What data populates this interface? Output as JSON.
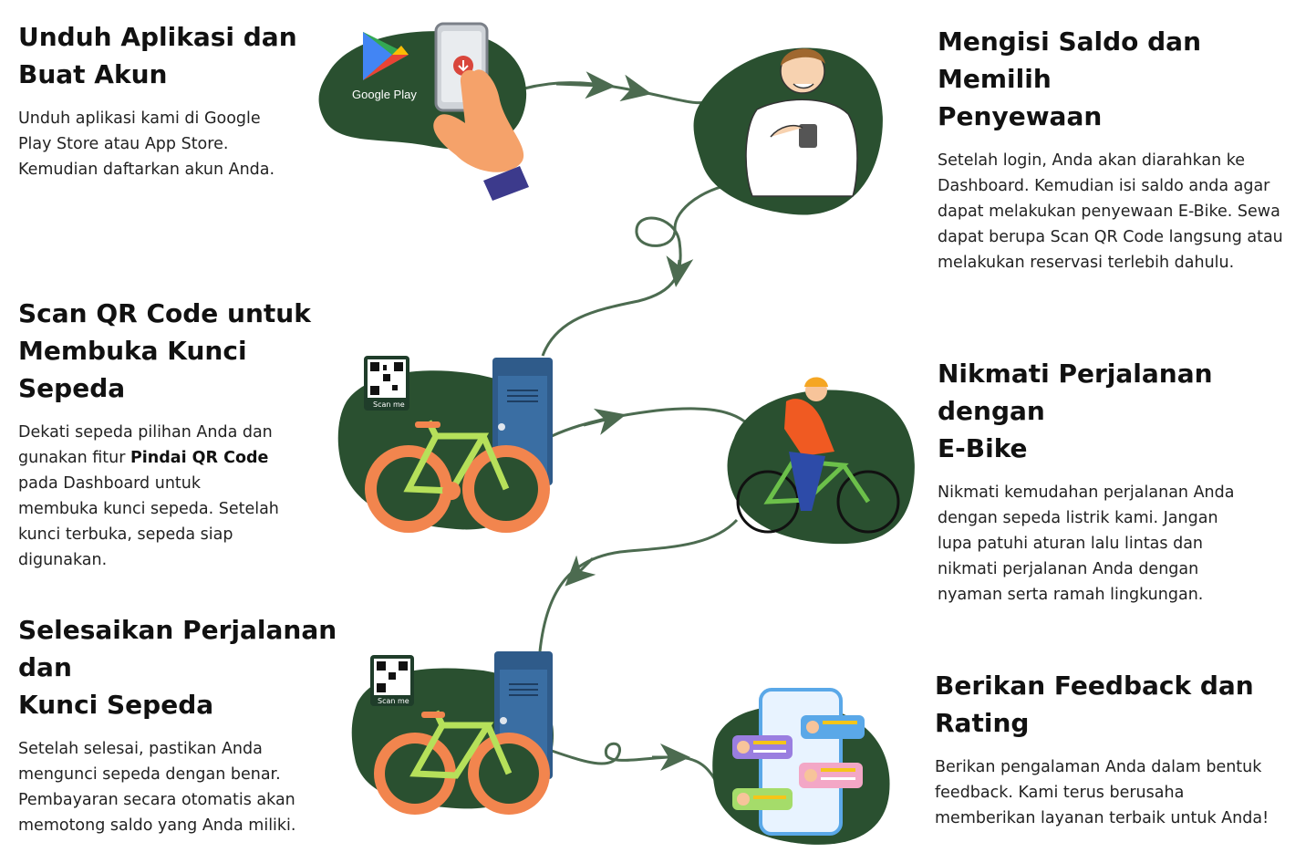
{
  "steps": [
    {
      "title_line1": "Unduh Aplikasi dan",
      "title_line2": "Buat Akun",
      "desc": [
        "Unduh aplikasi kami di Google",
        "Play Store atau App Store.",
        "Kemudian daftarkan akun Anda."
      ]
    },
    {
      "title_line1": "Mengisi Saldo dan Memilih",
      "title_line2": "Penyewaan",
      "desc": [
        "Setelah login, Anda akan diarahkan ke",
        "Dashboard. Kemudian isi saldo anda agar",
        "dapat melakukan penyewaan E-Bike. Sewa",
        "dapat berupa Scan QR Code langsung atau",
        "melakukan reservasi terlebih dahulu."
      ]
    },
    {
      "title_line1": "Scan QR Code untuk",
      "title_line2": "Membuka Kunci Sepeda",
      "desc_a": "Dekati sepeda pilihan Anda dan",
      "desc_b": "gunakan fitur ",
      "desc_bold": "Pindai QR Code",
      "desc_c": [
        "pada Dashboard untuk",
        "membuka kunci sepeda. Setelah",
        "kunci terbuka, sepeda siap",
        "digunakan."
      ]
    },
    {
      "title_line1": "Nikmati Perjalanan dengan",
      "title_line2": "E-Bike",
      "desc": [
        "Nikmati kemudahan perjalanan Anda",
        "dengan sepeda listrik kami. Jangan",
        "lupa patuhi aturan lalu lintas dan",
        "nikmati perjalanan Anda dengan",
        "nyaman serta ramah lingkungan."
      ]
    },
    {
      "title_line1": "Selesaikan Perjalanan dan",
      "title_line2": "Kunci Sepeda",
      "desc": [
        "Setelah selesai, pastikan Anda",
        "mengunci sepeda dengan benar.",
        "Pembayaran secara otomatis akan",
        "memotong saldo yang Anda miliki."
      ]
    },
    {
      "title_line1": "Berikan Feedback dan",
      "title_line2": "Rating",
      "desc": [
        "Berikan pengalaman Anda dalam bentuk",
        "feedback. Kami terus berusaha",
        "memberikan layanan terbaik untuk Anda!"
      ]
    }
  ],
  "illustrations": {
    "google_play_label": "Google Play",
    "qr_label": "Scan me"
  },
  "colors": {
    "blob": "#2a5030",
    "arrow": "#4c6b50",
    "locker": "#2f5b8a",
    "bike_frame": "#b6e05a",
    "tire": "#f2854e"
  }
}
